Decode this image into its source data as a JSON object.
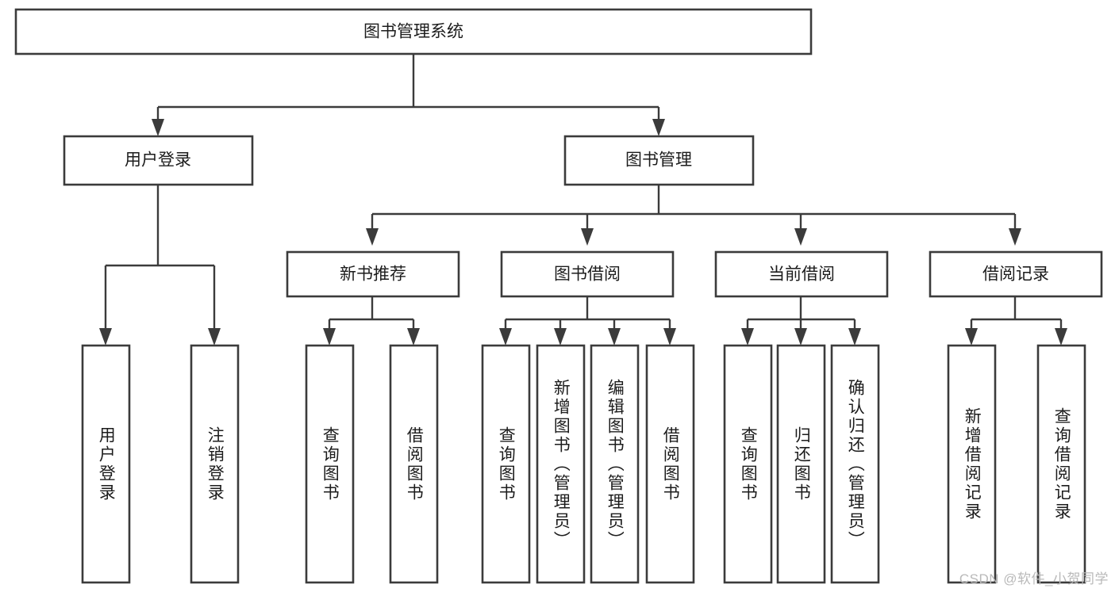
{
  "diagram": {
    "type": "tree",
    "orientation": "top-down",
    "title": "图书管理系统",
    "colors": {
      "background": "#ffffff",
      "box_fill": "#ffffff",
      "box_stroke": "#3b3b3b",
      "text": "#1c1c1c",
      "watermark": "#b9b9b9"
    },
    "root": {
      "label": "图书管理系统"
    },
    "level2": [
      {
        "label": "用户登录"
      },
      {
        "label": "图书管理"
      }
    ],
    "level3": [
      {
        "label": "新书推荐"
      },
      {
        "label": "图书借阅"
      },
      {
        "label": "当前借阅"
      },
      {
        "label": "借阅记录"
      }
    ],
    "leaves": {
      "user_login": [
        {
          "label": "用户登录"
        },
        {
          "label": "注销登录"
        }
      ],
      "new_book_recommend": [
        {
          "label": "查询图书"
        },
        {
          "label": "借阅图书"
        }
      ],
      "book_borrow": [
        {
          "label": "查询图书"
        },
        {
          "label": "新增图书（管理员）"
        },
        {
          "label": "编辑图书（管理员）"
        },
        {
          "label": "借阅图书"
        }
      ],
      "current_borrow": [
        {
          "label": "查询图书"
        },
        {
          "label": "归还图书"
        },
        {
          "label": "确认归还（管理员）"
        }
      ],
      "borrow_records": [
        {
          "label": "新增借阅记录"
        },
        {
          "label": "查询借阅记录"
        }
      ]
    },
    "watermark": "CSDN @软件_小贺同学"
  }
}
